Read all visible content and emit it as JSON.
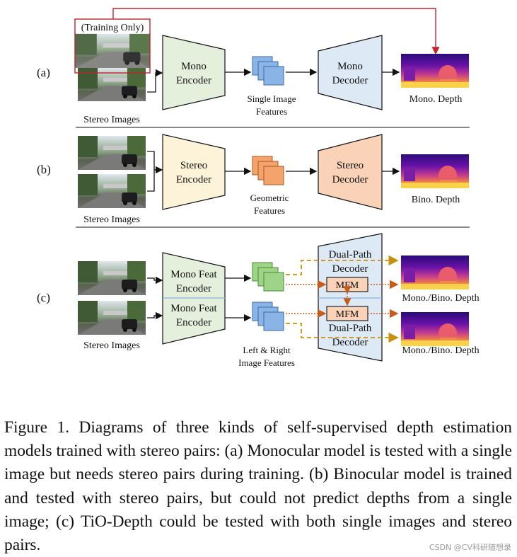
{
  "rows": {
    "a": {
      "label": "(a)",
      "training_note": "(Training Only)",
      "images_caption": "Stereo Images",
      "encoder": [
        "Mono",
        "Encoder"
      ],
      "features": [
        "Single Image",
        "Features"
      ],
      "decoder": [
        "Mono",
        "Decoder"
      ],
      "output": "Mono. Depth"
    },
    "b": {
      "label": "(b)",
      "images_caption": "Stereo Images",
      "encoder": [
        "Stereo",
        "Encoder"
      ],
      "features": [
        "Geometric",
        "Features"
      ],
      "decoder": [
        "Stereo",
        "Decoder"
      ],
      "output": "Bino. Depth"
    },
    "c": {
      "label": "(c)",
      "images_caption": "Stereo Images",
      "encoder_top": [
        "Mono Feat",
        "Encoder"
      ],
      "encoder_bottom": [
        "Mono Feat",
        "Encoder"
      ],
      "features": [
        "Left & Right",
        "Image Features"
      ],
      "decoder_top": [
        "Dual-Path",
        "Decoder"
      ],
      "decoder_bottom": [
        "Dual-Path",
        "Decoder"
      ],
      "mfm_top": "MFM",
      "mfm_bottom": "MFM",
      "output_top": "Mono./Bino. Depth",
      "output_bottom": "Mono./Bino. Depth"
    }
  },
  "colors": {
    "mono_green": "#e5f0dc",
    "stereo_yellow": "#fdf3d8",
    "decoder_blue": "#dde9f5",
    "decoder_orange": "#f9d2b8",
    "feature_blue": "#8ab4e6",
    "feature_orange": "#f3a36b",
    "feature_green": "#9ed487",
    "training_red": "#c0242c",
    "dashed_gold": "#c9900f",
    "dotted_orange": "#c85a1a"
  },
  "caption": "Figure 1. Diagrams of three kinds of self-supervised depth estimation models trained with stereo pairs: (a) Monocular model is tested with a single image but needs stereo pairs during training. (b) Binocular model is trained and tested with stereo pairs, but could not predict depths from a single image; (c) TiO-Depth could be tested with both single images and stereo pairs.",
  "watermark": "CSDN @CV科研随想录"
}
